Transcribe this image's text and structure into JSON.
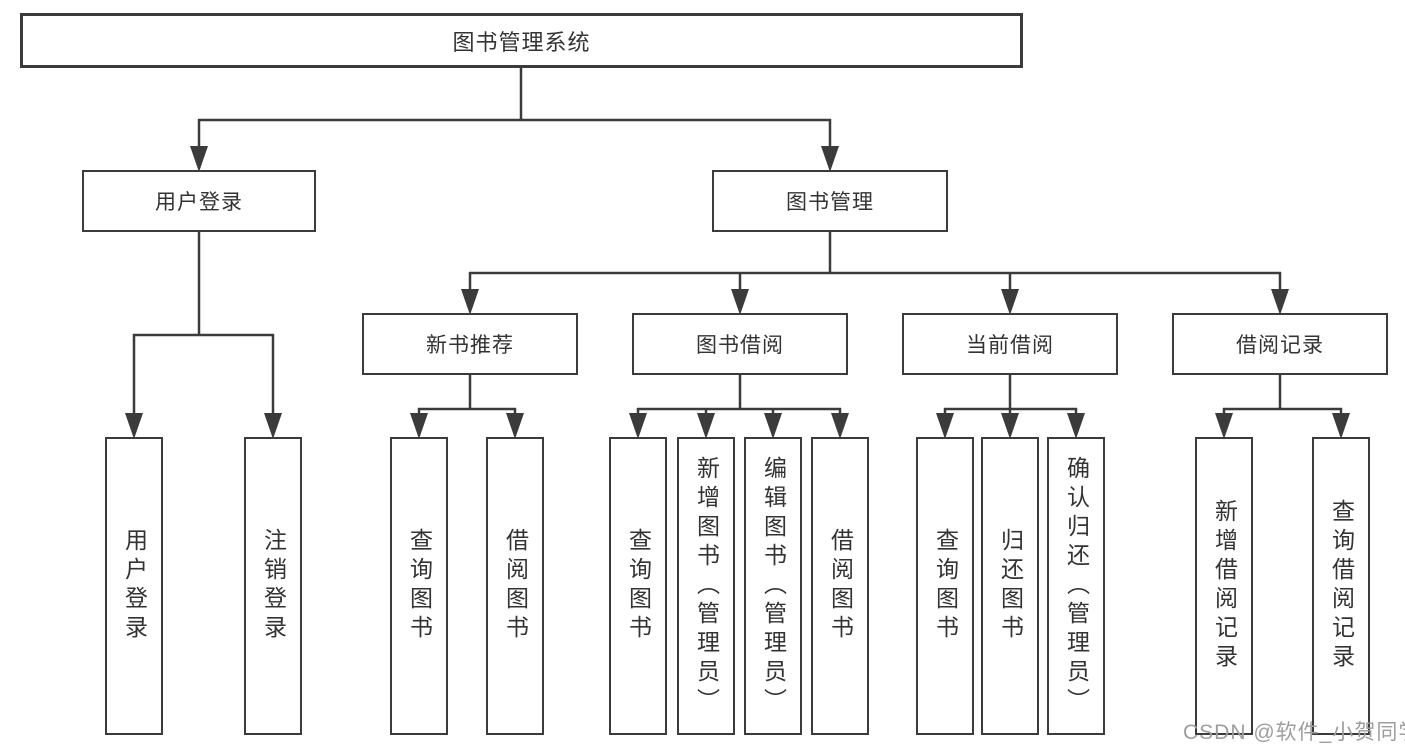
{
  "diagram": {
    "root": {
      "label": "图书管理系统"
    },
    "level2": {
      "user_login": {
        "label": "用户登录"
      },
      "book_management": {
        "label": "图书管理"
      }
    },
    "level3": {
      "new_book_recommendation": {
        "label": "新书推荐"
      },
      "book_borrowing": {
        "label": "图书借阅"
      },
      "current_borrowing": {
        "label": "当前借阅"
      },
      "borrowing_records": {
        "label": "借阅记录"
      }
    },
    "leaves": {
      "user_login": {
        "label": "用户登录"
      },
      "logout": {
        "label": "注销登录"
      },
      "recommend_query_books": {
        "label": "查询图书"
      },
      "recommend_borrow_books": {
        "label": "借阅图书"
      },
      "borrowing_query_books": {
        "label": "查询图书"
      },
      "borrowing_add_books_admin": {
        "label": "新增图书（管理员）"
      },
      "borrowing_edit_books_admin": {
        "label": "编辑图书（管理员）"
      },
      "borrowing_borrow_books": {
        "label": "借阅图书"
      },
      "current_query_books": {
        "label": "查询图书"
      },
      "current_return_books": {
        "label": "归还图书"
      },
      "current_confirm_return_admin": {
        "label": "确认归还（管理员）"
      },
      "records_add_borrow_record": {
        "label": "新增借阅记录"
      },
      "records_query_borrow_record": {
        "label": "查询借阅记录"
      }
    },
    "watermark": "CSDN @软件_小贺同学",
    "colors": {
      "line": "#3b3b3b",
      "text": "#333333",
      "watermark": "#9e9e9e"
    }
  }
}
